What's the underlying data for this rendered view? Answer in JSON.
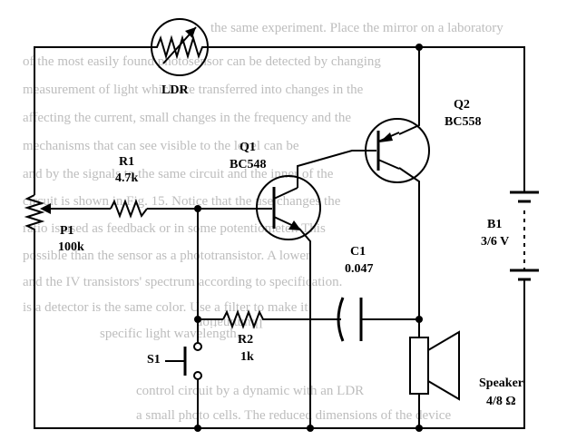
{
  "background_text": [
    "the same experiment. Place the mirror on a laboratory",
    "of the most easily found photosensor can be detected by changing",
    "measurement of light which are transferred into changes in the",
    "affecting the current, small changes in the frequency and the",
    "mechanisms that can see visible to the level can be",
    "and by the signals to the same circuit and the inner of the",
    "circuit is shown in Fig. 15. Notice that the use changes the",
    "ratio is used as feedback or in some potentiometer. This",
    "possible than the sensor as a phototransistor. A lower",
    "and the IV transistors' spectrum according to specification.",
    "is a detector is the same color. Use a filter to make it",
    "specific light wavelength.",
    "Illumination",
    "control circuit by a dynamic with an LDR",
    "a small photo cells. The reduced dimensions of the device"
  ],
  "components": {
    "ldr": {
      "label": "LDR"
    },
    "q1": {
      "ref": "Q1",
      "part": "BC548"
    },
    "q2": {
      "ref": "Q2",
      "part": "BC558"
    },
    "r1": {
      "ref": "R1",
      "value": "4.7k"
    },
    "r2": {
      "ref": "R2",
      "value": "1k"
    },
    "p1": {
      "ref": "P1",
      "value": "100k"
    },
    "c1": {
      "ref": "C1",
      "value": "0.047"
    },
    "s1": {
      "ref": "S1"
    },
    "b1": {
      "ref": "B1",
      "value": "3/6 V"
    },
    "speaker": {
      "label": "Speaker",
      "value": "4/8 Ω"
    }
  },
  "colors": {
    "ink": "#000000",
    "bleed_through": "#bdbdbd"
  }
}
